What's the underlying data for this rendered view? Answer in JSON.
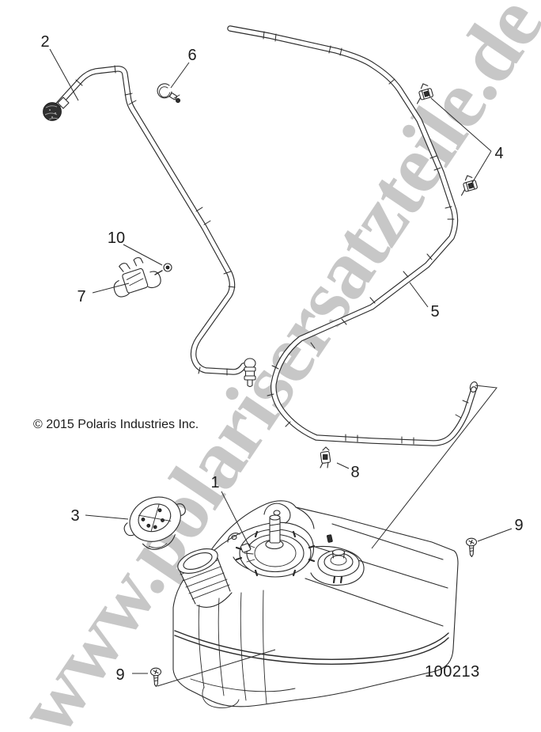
{
  "diagram": {
    "watermark": "www.polarisersatzteile.de",
    "copyright": "© 2015 Polaris Industries Inc.",
    "part_number": "100213"
  },
  "callouts": {
    "tank": "1",
    "fuel_line": "2",
    "fuel_cap": "3",
    "hose_clips": "4",
    "vent_line": "5",
    "clamp": "6",
    "line_clip": "7",
    "vent_clamp": "8",
    "screw_right": "9",
    "screw_left": "9",
    "pin": "10"
  },
  "colors": {
    "line": "#2b2b2b",
    "watermark": "#c7c7c7",
    "background": "#ffffff"
  }
}
